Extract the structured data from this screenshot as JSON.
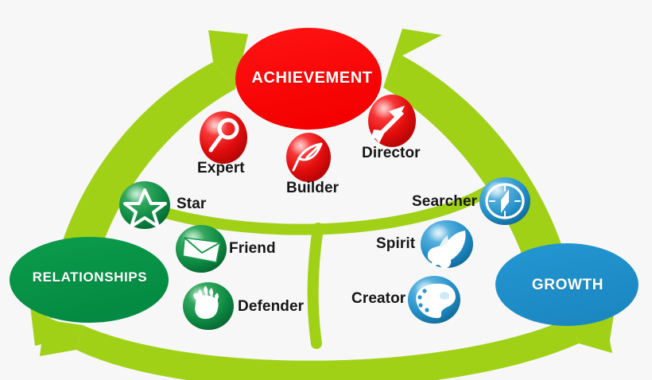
{
  "diagram": {
    "title": "Achievement Relationships Growth framework",
    "background_color": "#f7f7f7",
    "band_color": "#a0d117",
    "pillars": [
      {
        "id": "achievement",
        "label": "ACHIEVEMENT",
        "color": "#ff0000",
        "text_color": "#ffffff",
        "position": "top"
      },
      {
        "id": "relationships",
        "label": "RELATIONSHIPS",
        "color": "#089247",
        "text_color": "#ffffff",
        "position": "bottom-left"
      },
      {
        "id": "growth",
        "label": "GROWTH",
        "color": "#2090ca",
        "text_color": "#ffffff",
        "position": "bottom-right"
      }
    ],
    "traits": [
      {
        "id": "expert",
        "label": "Expert",
        "icon": "magnifying-glass-icon",
        "group": "achievement",
        "color": "#ee1111"
      },
      {
        "id": "builder",
        "label": "Builder",
        "icon": "pen-nib-icon",
        "group": "achievement",
        "color": "#ee1111"
      },
      {
        "id": "director",
        "label": "Director",
        "icon": "arrow-dart-icon",
        "group": "achievement",
        "color": "#ee1111"
      },
      {
        "id": "star",
        "label": "Star",
        "icon": "star-icon",
        "group": "relationships",
        "color": "#189a4e"
      },
      {
        "id": "friend",
        "label": "Friend",
        "icon": "envelope-icon",
        "group": "relationships",
        "color": "#189a4e"
      },
      {
        "id": "defender",
        "label": "Defender",
        "icon": "hand-icon",
        "group": "relationships",
        "color": "#189a4e"
      },
      {
        "id": "searcher",
        "label": "Searcher",
        "icon": "compass-icon",
        "group": "growth",
        "color": "#2a94cc"
      },
      {
        "id": "spirit",
        "label": "Spirit",
        "icon": "dove-icon",
        "group": "growth",
        "color": "#2a94cc"
      },
      {
        "id": "creator",
        "label": "Creator",
        "icon": "palette-icon",
        "group": "growth",
        "color": "#2a94cc"
      }
    ]
  }
}
